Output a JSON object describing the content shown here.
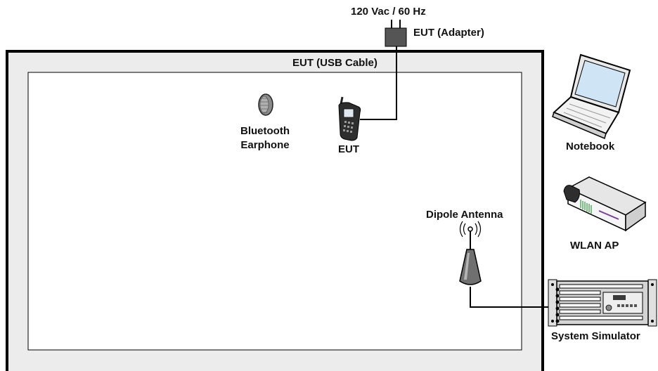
{
  "labels": {
    "power": "120 Vac / 60 Hz",
    "adapter": "EUT (Adapter)",
    "usb_cable": "EUT (USB Cable)",
    "bt_line1": "Bluetooth",
    "bt_line2": "Earphone",
    "eut": "EUT",
    "notebook": "Notebook",
    "wlan_ap": "WLAN AP",
    "dipole": "Dipole Antenna",
    "simulator": "System Simulator"
  },
  "colors": {
    "line": "#000000",
    "frame_fill": "#ececec",
    "inner_fill": "#ffffff",
    "device_gray": "#bdbdbd",
    "device_dark": "#3a3a3a",
    "ap_green": "#3aa14a",
    "ap_purple": "#7a3f9a",
    "screen_blue": "#cfe4f4"
  }
}
